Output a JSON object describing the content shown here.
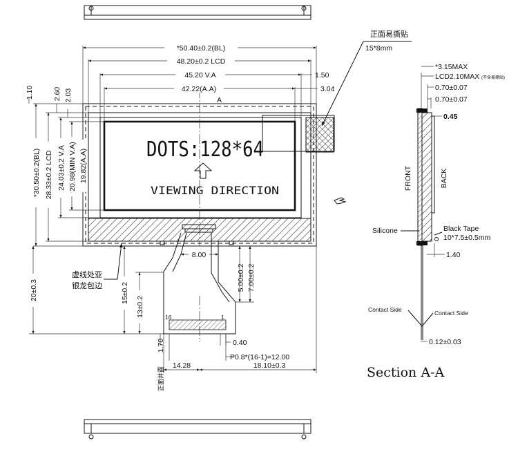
{
  "labels": {
    "protective_film": "正面易撕贴",
    "protective_film_size": "15*8mm",
    "dashed_area_note_1": "虚线处亚",
    "dashed_area_note_2": "银龙包边",
    "front_label_rotated": "正面并露",
    "dots_text": "DOTS:128*64",
    "viewing_direction": "VIEWING DIRECTION",
    "section_marker": "A",
    "section_title": "Section A-A",
    "pin_first": "16",
    "pin_last": "1",
    "front": "FRONT",
    "back": "BACK",
    "silicone": "Silicone",
    "black_tape": "Black Tape",
    "black_tape_size": "10*7.5±0.5mm",
    "contact_side_left": "Contact Side",
    "contact_side_right": "Contact Side",
    "not_incl_film": "(不含易撕贴)"
  },
  "dimensions": {
    "width_bl": "*50.40±0.2(BL)",
    "width_lcd": "48.20±0.2  LCD",
    "width_va": "45.20  V.A",
    "width_aa": "42.22(A.A)",
    "offset_1_50": "1.50",
    "offset_3_04": "3.04",
    "offset_1_10": "1.10",
    "offset_2_60": "2.60",
    "offset_2_03": "2.03",
    "height_bl": "*30.50±0.2(BL)",
    "height_lcd": "28.33±0.2  LCD",
    "height_va": "24.03±0.2  V.A",
    "height_min_va": "20.98(MIN V.A)",
    "height_aa": "19.82(A.A)",
    "fpc_8_00": "8.00",
    "fpc_20": "20±0.3",
    "fpc_15": "15±0.2",
    "fpc_13": "13±0.2",
    "fpc_5": "5.00±0.2",
    "fpc_7": "7.00±0.2",
    "pitch_0_40": "0.40",
    "pitch": "P0.8*(16-1)=12.00",
    "fpc_1_70": "1.70",
    "fpc_14_28": "14.28",
    "fpc_18_10": "18.10±0.3",
    "side_3_15": "*3.15MAX",
    "side_lcd_2_10": "LCD2.10MAX",
    "side_0_70_a": "0.70±0.07",
    "side_0_70_b": "0.70±0.07",
    "side_0_45": "0.45",
    "side_1_40": "1.40",
    "side_0_12": "0.12±0.03"
  }
}
